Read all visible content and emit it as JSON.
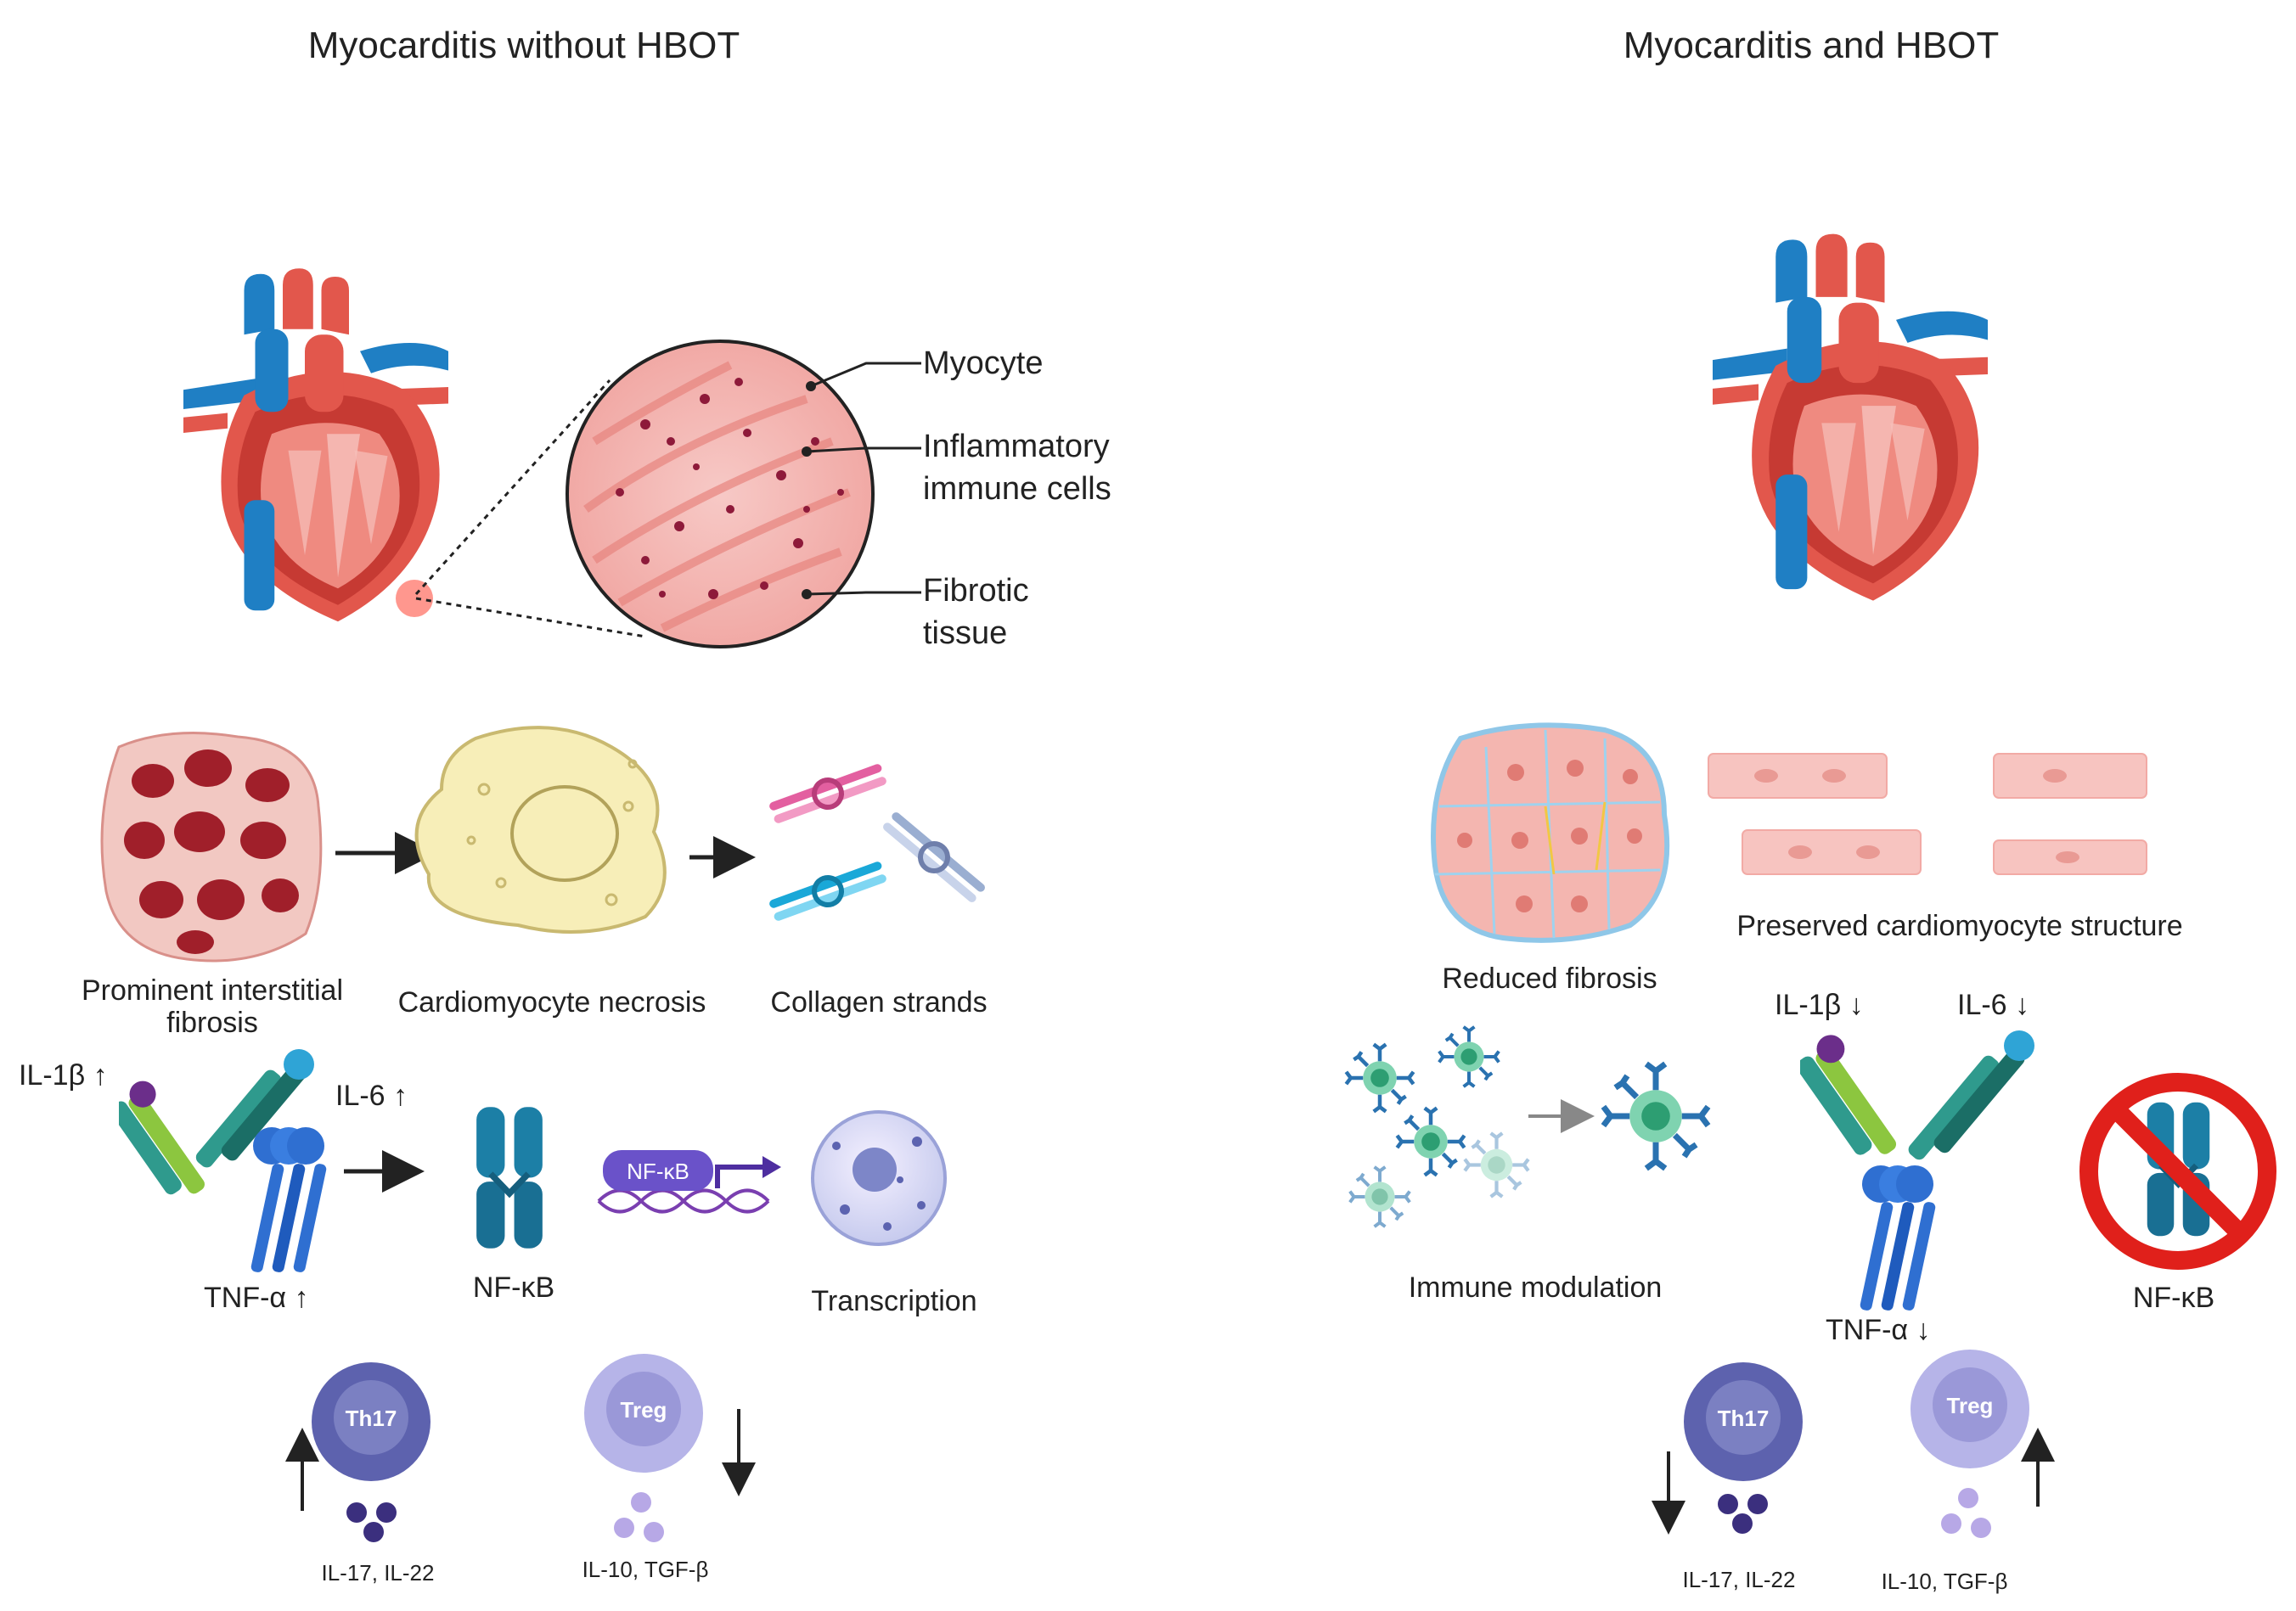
{
  "left_panel": {
    "title": "Myocarditis without HBOT",
    "zoom_labels": {
      "myocyte": "Myocyte",
      "inflammatory_line1": "Inflammatory",
      "inflammatory_line2": "immune cells",
      "fibrotic_line1": "Fibrotic",
      "fibrotic_line2": "tissue"
    },
    "pathology": {
      "fibrosis_line1": "Prominent interstitial",
      "fibrosis_line2": "fibrosis",
      "necrosis": "Cardiomyocyte necrosis",
      "collagen": "Collagen strands"
    },
    "cytokines": {
      "il1b": "IL-1β ↑",
      "il6": "IL-6 ↑",
      "tnfa": "TNF-α ↑",
      "nfkb": "NF-κB",
      "nfkb_badge": "NF-κB",
      "transcription": "Transcription"
    },
    "tcells": {
      "th17": "Th17",
      "treg": "Treg",
      "th17_cytokines": "IL-17, IL-22",
      "treg_cytokines": "IL-10, TGF-β"
    }
  },
  "right_panel": {
    "title": "Myocarditis and HBOT",
    "outcomes": {
      "reduced_fibrosis": "Reduced fibrosis",
      "preserved": "Preserved cardiomyocyte structure",
      "immune_modulation": "Immune modulation"
    },
    "cytokines": {
      "il1b": "IL-1β ↓",
      "il6": "IL-6 ↓",
      "tnfa": "TNF-α ↓",
      "nfkb": "NF-κB"
    },
    "tcells": {
      "th17": "Th17",
      "treg": "Treg",
      "th17_cytokines": "IL-17, IL-22",
      "treg_cytokines": "IL-10, TGF-β"
    }
  },
  "colors": {
    "heart_red": "#e2574c",
    "vein_blue": "#1f7fc4",
    "receptor_blue": "#2f6fd1",
    "nfkb_teal": "#1c7fa6",
    "th17_purple": "#6b6fb8",
    "treg_lavender": "#a9a8e0",
    "prohibit_red": "#e0201b"
  }
}
